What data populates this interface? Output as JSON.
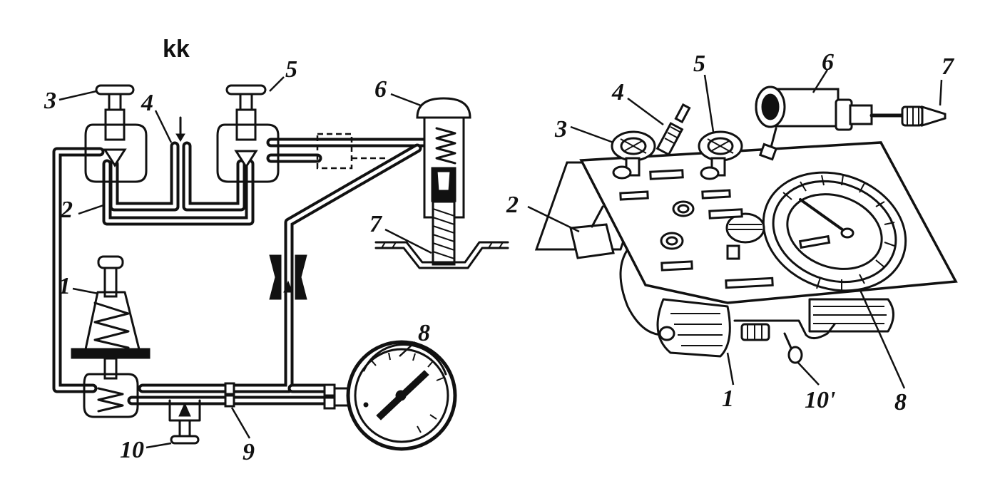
{
  "title": "kk",
  "left_labels": {
    "l1": "1",
    "l2": "2",
    "l3": "3",
    "l4": "4",
    "l5": "5",
    "l6": "6",
    "l7": "7",
    "l8": "8",
    "l9": "9",
    "l10": "10"
  },
  "right_labels": {
    "r1": "1",
    "r2": "2",
    "r3": "3",
    "r4": "4",
    "r5": "5",
    "r6": "6",
    "r7": "7",
    "r8": "8",
    "r10": "10'"
  }
}
